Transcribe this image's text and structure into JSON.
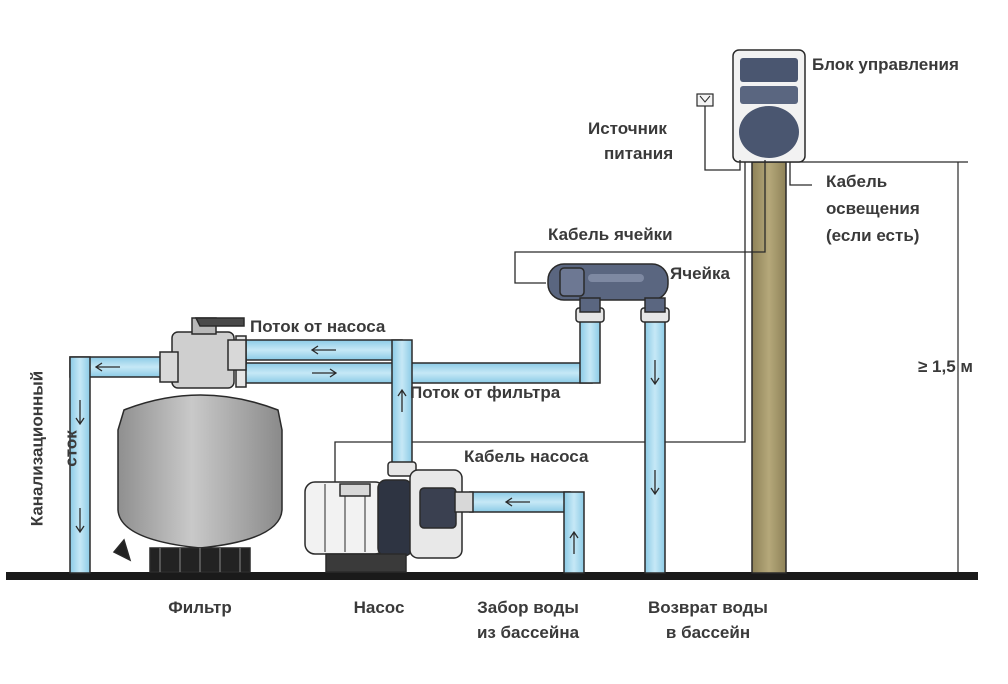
{
  "labels": {
    "control_unit": "Блок управления",
    "power_source_line1": "Источник",
    "power_source_line2": "питания",
    "light_cable_line1": "Кабель",
    "light_cable_line2": "освещения",
    "light_cable_line3": "(если есть)",
    "cell_cable": "Кабель ячейки",
    "cell": "Ячейка",
    "flow_from_pump": "Поток от насоса",
    "flow_from_filter": "Поток от фильтра",
    "pump_cable": "Кабель насоса",
    "height": "≥ 1,5 м",
    "drain_line1": "Канализационный",
    "drain_line2": "сток",
    "filter": "Фильтр",
    "pump": "Насос",
    "intake_line1": "Забор воды",
    "intake_line2": "из бассейна",
    "return_line1": "Возврат воды",
    "return_line2": "в бассейн"
  },
  "colors": {
    "pipe": "#a8d8ee",
    "pipe_stroke": "#2a2a2a",
    "post": "#a89a6c",
    "ground": "#1a1a1a",
    "filter_body": "#b3b3b3",
    "control_panel": "#4a5670",
    "text": "#3a3a3a"
  },
  "flow_arrows": "arrow-icon"
}
